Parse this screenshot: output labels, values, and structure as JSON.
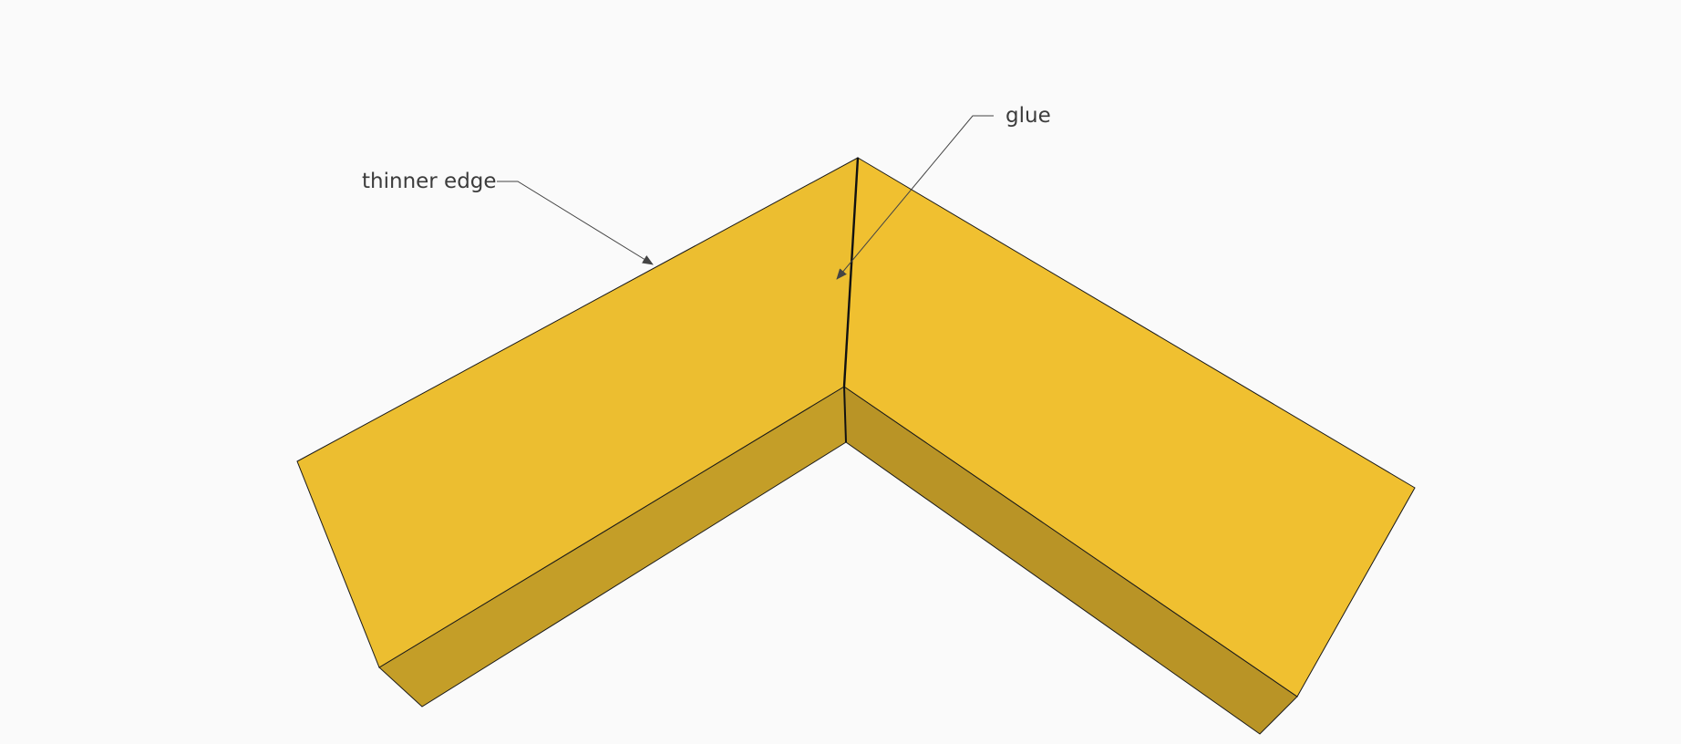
{
  "diagram": {
    "type": "3D model view - mitered corner joint",
    "background": "#fafafa",
    "colors": {
      "top_face_left": "#ecbe30",
      "top_face_right": "#f0c030",
      "side_face_left": "#c49e28",
      "side_face_right": "#b99426",
      "edge": "#1a1a1a",
      "label_text": "#3c3c3c",
      "leader_line": "#444444"
    }
  },
  "labels": {
    "thinner_edge": "thinner edge",
    "glue": "glue"
  }
}
